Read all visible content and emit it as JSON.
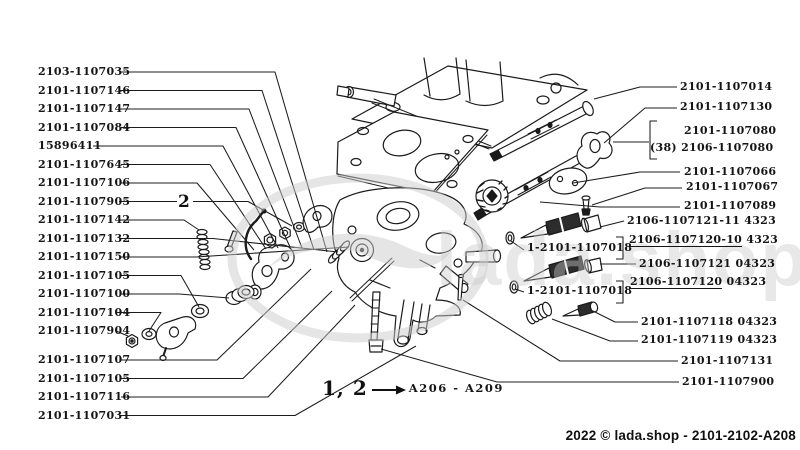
{
  "diagram": {
    "left_labels": [
      "2103-1107035",
      "2101-1107146",
      "2101-1107147",
      "2101-1107084",
      "15896411",
      "2101-1107645",
      "2101-1107106",
      "2101-1107905",
      "2101-1107142",
      "2101-1107132",
      "2101-1107150",
      "2101-1107105",
      "2101-1107100",
      "2101-1107104",
      "2101-1107904",
      "2101-1107107",
      "2101-1107105",
      "2101-1107116",
      "2101-1107031"
    ],
    "right_labels": {
      "r1": "2101-1107014",
      "r2": "2101-1107130",
      "r3a": "2101-1107080",
      "r3b_prefix": "(38)",
      "r3b": "2106-1107080",
      "r4": "2101-1107066",
      "r5": "2101-1107067",
      "r6": "2101-1107089",
      "r7": "2106-1107121-11 4323",
      "r8_side": "1-2101-1107018",
      "r8_main": "2106-1107120-10",
      "r8_suffix": "4323",
      "r9": "2106-1107121 04323",
      "r10_side": "1-2101-1107018",
      "r10_main": "2106-1107120",
      "r10_suffix": "04323",
      "r11": "2101-1107118 04323",
      "r12": "2101-1107119 04323",
      "r13": "2101-1107131",
      "r14": "2101-1107900"
    },
    "markers": {
      "item2": "2",
      "note_items": "1, 2",
      "note_ref": "A206 - A209"
    },
    "watermark": "lada.shop"
  },
  "footer": {
    "text": "2022 © lada.shop - 2101-2102-A208"
  },
  "colors": {
    "ink": "#1b1b1b",
    "watermark": "#cccccc"
  }
}
